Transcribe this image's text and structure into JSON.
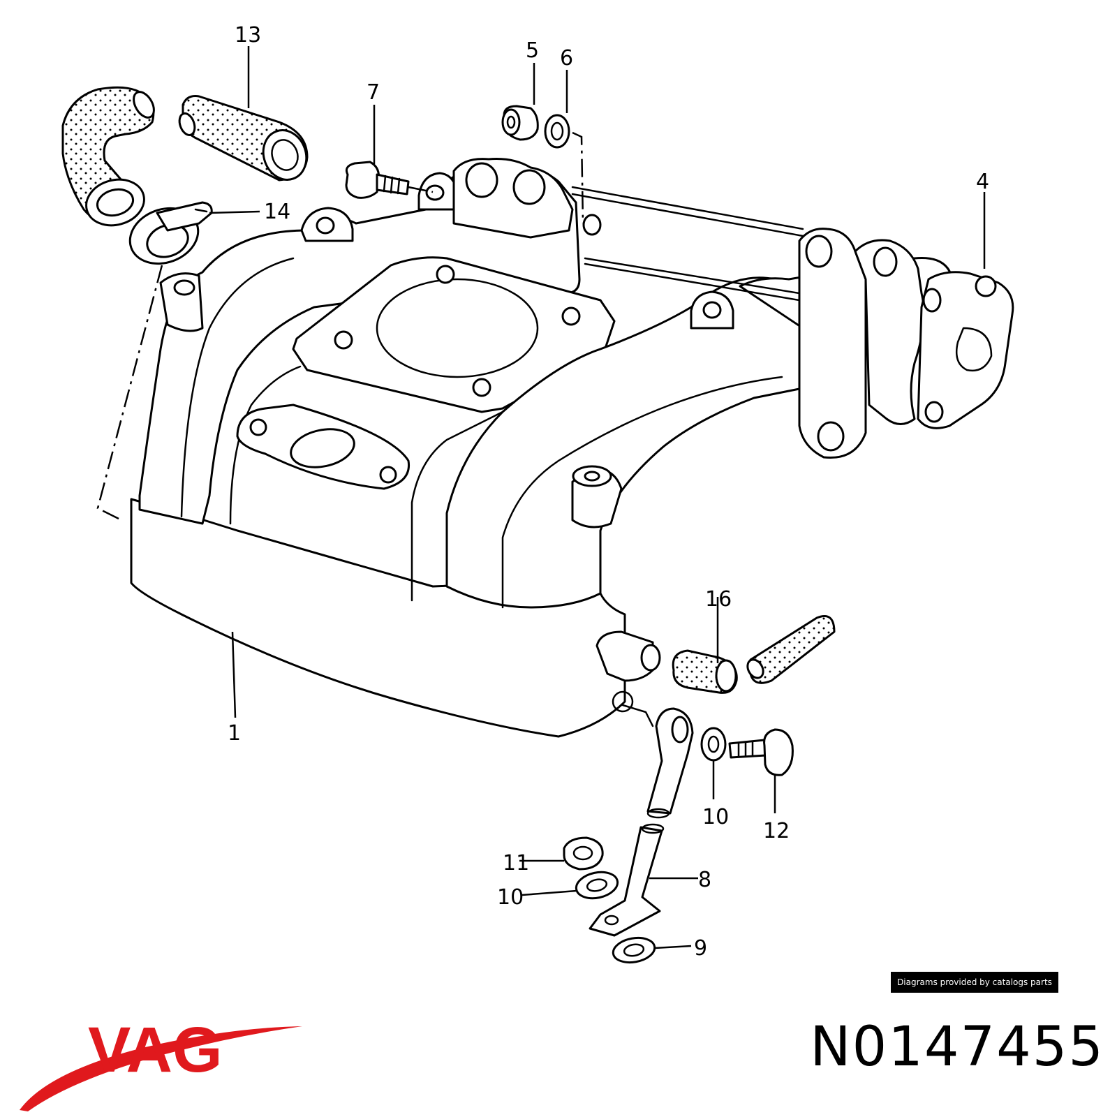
{
  "callouts": [
    {
      "id": "c1",
      "label": "1"
    },
    {
      "id": "c4",
      "label": "4"
    },
    {
      "id": "c5",
      "label": "5"
    },
    {
      "id": "c6",
      "label": "6"
    },
    {
      "id": "c7",
      "label": "7"
    },
    {
      "id": "c8",
      "label": "8"
    },
    {
      "id": "c9",
      "label": "9"
    },
    {
      "id": "c10a",
      "label": "10"
    },
    {
      "id": "c10b",
      "label": "10"
    },
    {
      "id": "c11",
      "label": "11"
    },
    {
      "id": "c12",
      "label": "12"
    },
    {
      "id": "c13",
      "label": "13"
    },
    {
      "id": "c14",
      "label": "14"
    },
    {
      "id": "c16",
      "label": "16"
    }
  ],
  "credit": "Diagrams provided by catalogs parts",
  "brand": {
    "name": "VAG",
    "color": "#e0191d"
  },
  "part_number": "N0147455"
}
